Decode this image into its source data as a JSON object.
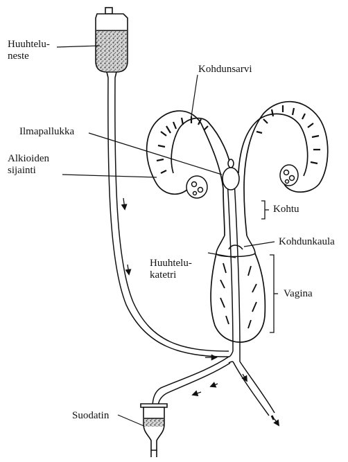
{
  "labels": {
    "flush_fluid": "Huuhtelu-\nneste",
    "uterine_horn": "Kohdunsarvi",
    "balloon": "Ilmapallukka",
    "embryo_location": "Alkioiden\nsijainti",
    "uterus_body": "Kohtu",
    "cervix": "Kohdunkaula",
    "flush_catheter": "Huuhtelu-\nkatetri",
    "vagina": "Vagina",
    "filter": "Suodatin"
  },
  "colors": {
    "ink": "#111111",
    "background": "#ffffff"
  }
}
